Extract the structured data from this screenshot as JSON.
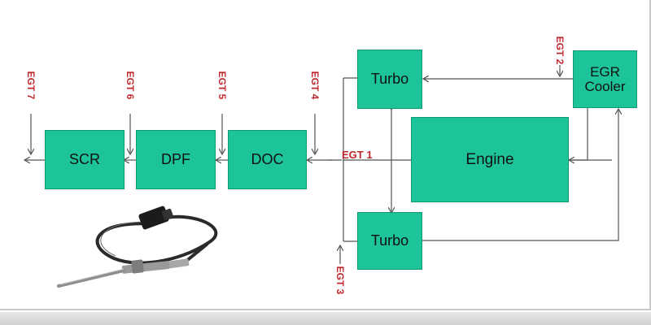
{
  "blocks": {
    "scr": "SCR",
    "dpf": "DPF",
    "doc": "DOC",
    "turbo_top": "Turbo",
    "turbo_bottom": "Turbo",
    "engine": "Engine",
    "egr_cooler_line1": "EGR",
    "egr_cooler_line2": "Cooler"
  },
  "sensors": {
    "egt1": "EGT 1",
    "egt2": "EGT 2",
    "egt3": "EGT 3",
    "egt4": "EGT 4",
    "egt5": "EGT 5",
    "egt6": "EGT 6",
    "egt7": "EGT 7"
  },
  "colors": {
    "block_fill": "#1dc49a",
    "sensor_label": "#c0272d",
    "line": "#555555"
  },
  "photo": {
    "icon": "exhaust-temperature-sensor-photo"
  }
}
